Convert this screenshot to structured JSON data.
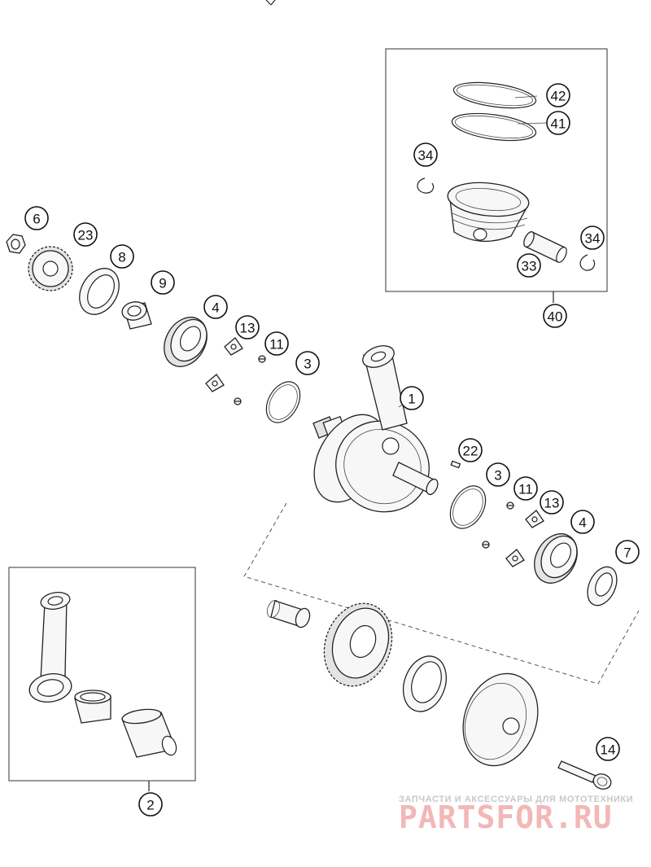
{
  "callouts": [
    {
      "label": "42"
    },
    {
      "label": "41"
    },
    {
      "label": "34"
    },
    {
      "label": "34"
    },
    {
      "label": "33"
    },
    {
      "label": "40"
    },
    {
      "label": "6"
    },
    {
      "label": "23"
    },
    {
      "label": "8"
    },
    {
      "label": "9"
    },
    {
      "label": "4"
    },
    {
      "label": "13"
    },
    {
      "label": "11"
    },
    {
      "label": "3"
    },
    {
      "label": "1"
    },
    {
      "label": "22"
    },
    {
      "label": "3"
    },
    {
      "label": "11"
    },
    {
      "label": "13"
    },
    {
      "label": "4"
    },
    {
      "label": "7"
    },
    {
      "label": "14"
    },
    {
      "label": "2"
    }
  ],
  "watermark": {
    "tagline": "ЗАПЧАСТИ И АКСЕССУАРЫ ДЛЯ МОТОТЕХНИКИ",
    "brand": "PARTSFOR.RU"
  }
}
